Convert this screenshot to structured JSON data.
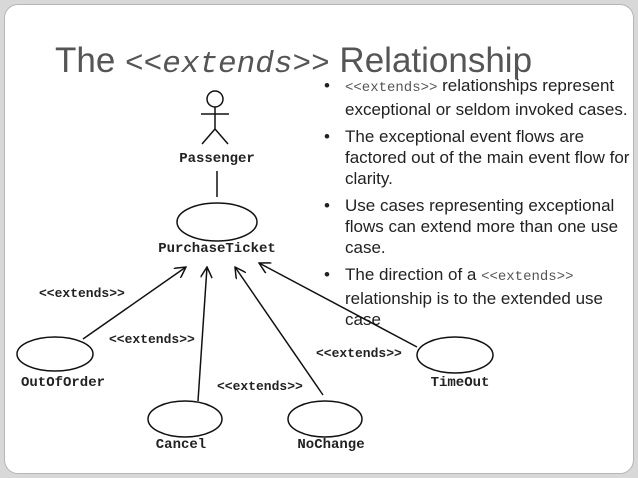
{
  "title": {
    "prefix": "The",
    "keyword": "<<extends>>",
    "suffix": "Relationship"
  },
  "bullets": [
    {
      "code": "<<extends>>",
      "text": " relationships represent exceptional or seldom invoked cases."
    },
    {
      "code": "",
      "text": "The exceptional event flows are factored out of the main event flow for clarity."
    },
    {
      "code": "",
      "text": "Use cases representing exceptional flows can extend more than one use case."
    },
    {
      "pre": "The direction of a ",
      "code": "<<extends>>",
      "text": " relationship is to the extended use case"
    }
  ],
  "diagram": {
    "actor": {
      "name": "Passenger",
      "icon": "stick-figure-actor-icon"
    },
    "use_cases": {
      "main": "PurchaseTicket",
      "out_of_order": "OutOfOrder",
      "cancel": "Cancel",
      "no_change": "NoChange",
      "time_out": "TimeOut"
    },
    "relationship_label": "<<extends>>"
  },
  "colors": {
    "title": "#555555",
    "text": "#222222",
    "line": "#111111"
  }
}
